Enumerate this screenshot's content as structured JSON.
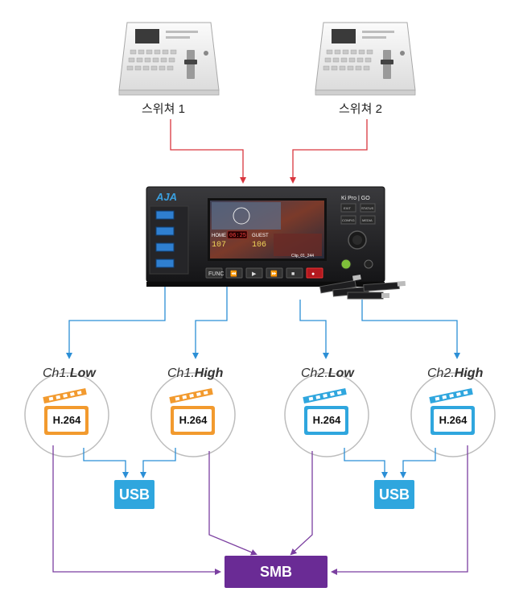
{
  "colors": {
    "switch_line": "#d9363e",
    "usb_line": "#2b8fd6",
    "smb_line": "#7b3fa0",
    "orange": "#f29a2e",
    "blue": "#2fa6de",
    "usb_box": "#2fa6de",
    "smb_box": "#6a2b95"
  },
  "switchers": [
    {
      "label": "스위쳐 1"
    },
    {
      "label": "스위쳐 2"
    }
  ],
  "device": {
    "brand": "AJA",
    "model": "Ki Pro | GO",
    "screen": {
      "home_label": "HOME",
      "guest_label": "GUEST",
      "home_score": "107",
      "guest_score": "106",
      "clock": "06:25",
      "clip": "Clip_01_244"
    },
    "buttons": [
      "FUNC",
      "⏪",
      "▶",
      "⏩",
      "■",
      "●"
    ],
    "side_buttons": [
      "EXIT",
      "CONFIG",
      "STATUS",
      "MEDIA"
    ]
  },
  "channels": [
    {
      "ch": "Ch1.",
      "quality": "Low",
      "codec": "H.264",
      "color": "orange"
    },
    {
      "ch": "Ch1.",
      "quality": "High",
      "codec": "H.264",
      "color": "orange"
    },
    {
      "ch": "Ch2.",
      "quality": "Low",
      "codec": "H.264",
      "color": "blue"
    },
    {
      "ch": "Ch2.",
      "quality": "High",
      "codec": "H.264",
      "color": "blue"
    }
  ],
  "usb_targets": [
    {
      "label": "USB"
    },
    {
      "label": "USB"
    }
  ],
  "smb_target": {
    "label": "SMB"
  }
}
